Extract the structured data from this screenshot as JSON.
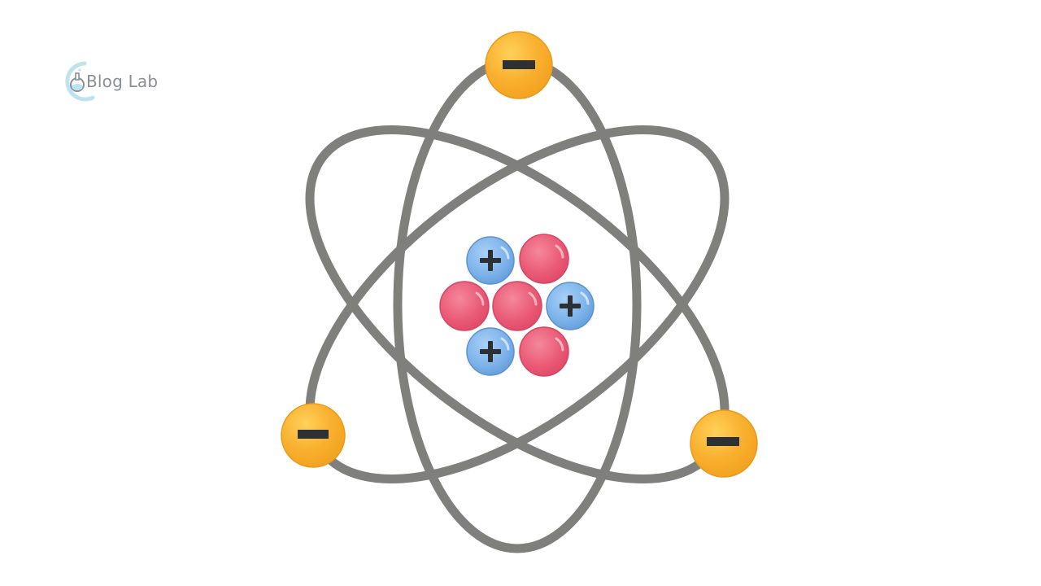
{
  "logo": {
    "text": "Blog Lab"
  },
  "diagram": {
    "colors": {
      "orbit": "#7f7f7b",
      "electron": "#f9b02f",
      "electron_sign": "#2e3133",
      "proton": "#6fa8e0",
      "neutron": "#ea5a76",
      "proton_sign": "#2c2f33"
    },
    "electrons": 3,
    "protons": 3,
    "neutrons": 4
  }
}
